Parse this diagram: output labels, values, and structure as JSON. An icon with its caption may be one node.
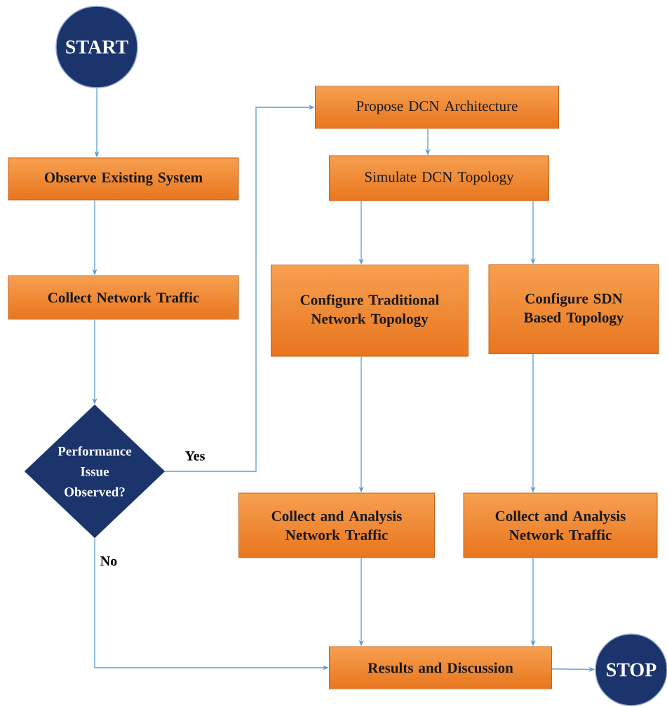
{
  "diagram": {
    "nodes": [
      {
        "text": [
          "START"
        ]
      },
      {
        "text": [
          "Observe Existing System"
        ]
      },
      {
        "text": [
          "Collect Network Traffic"
        ]
      },
      {
        "text": [
          "Performance Issue Observed?"
        ]
      },
      {
        "text": [
          "Propose DCN Architecture"
        ]
      },
      {
        "text": [
          "Simulate DCN Topology"
        ]
      },
      {
        "text": [
          "Configure Traditional Network Topology"
        ]
      },
      {
        "text": [
          "Configure SDN Based Topology"
        ]
      },
      {
        "text": [
          "Collect and Analysis Network Traffic"
        ]
      },
      {
        "text": [
          "Collect and Analysis Network Traffic"
        ]
      },
      {
        "text": [
          "Results and Discussion"
        ]
      },
      {
        "text": [
          "STOP"
        ]
      }
    ],
    "edges": [
      {
        "from": 0,
        "to": 1,
        "arrow": "to"
      },
      {
        "from": 1,
        "to": 2,
        "arrow": "to"
      },
      {
        "from": 2,
        "to": 3,
        "arrow": "to"
      },
      {
        "from": 3,
        "to": 4,
        "arrow": "to",
        "label": "Yes"
      },
      {
        "from": 4,
        "to": 5,
        "arrow": "to"
      },
      {
        "from": 5,
        "to": 6,
        "arrow": "to"
      },
      {
        "from": 5,
        "to": 7,
        "arrow": "to"
      },
      {
        "from": 6,
        "to": 8,
        "arrow": "to"
      },
      {
        "from": 7,
        "to": 9,
        "arrow": "to"
      },
      {
        "from": 8,
        "to": 10,
        "arrow": "to"
      },
      {
        "from": 9,
        "to": 10,
        "arrow": "to"
      },
      {
        "from": 3,
        "to": 10,
        "arrow": "to",
        "label": "No"
      },
      {
        "from": 10,
        "to": 11,
        "arrow": "to"
      }
    ]
  }
}
